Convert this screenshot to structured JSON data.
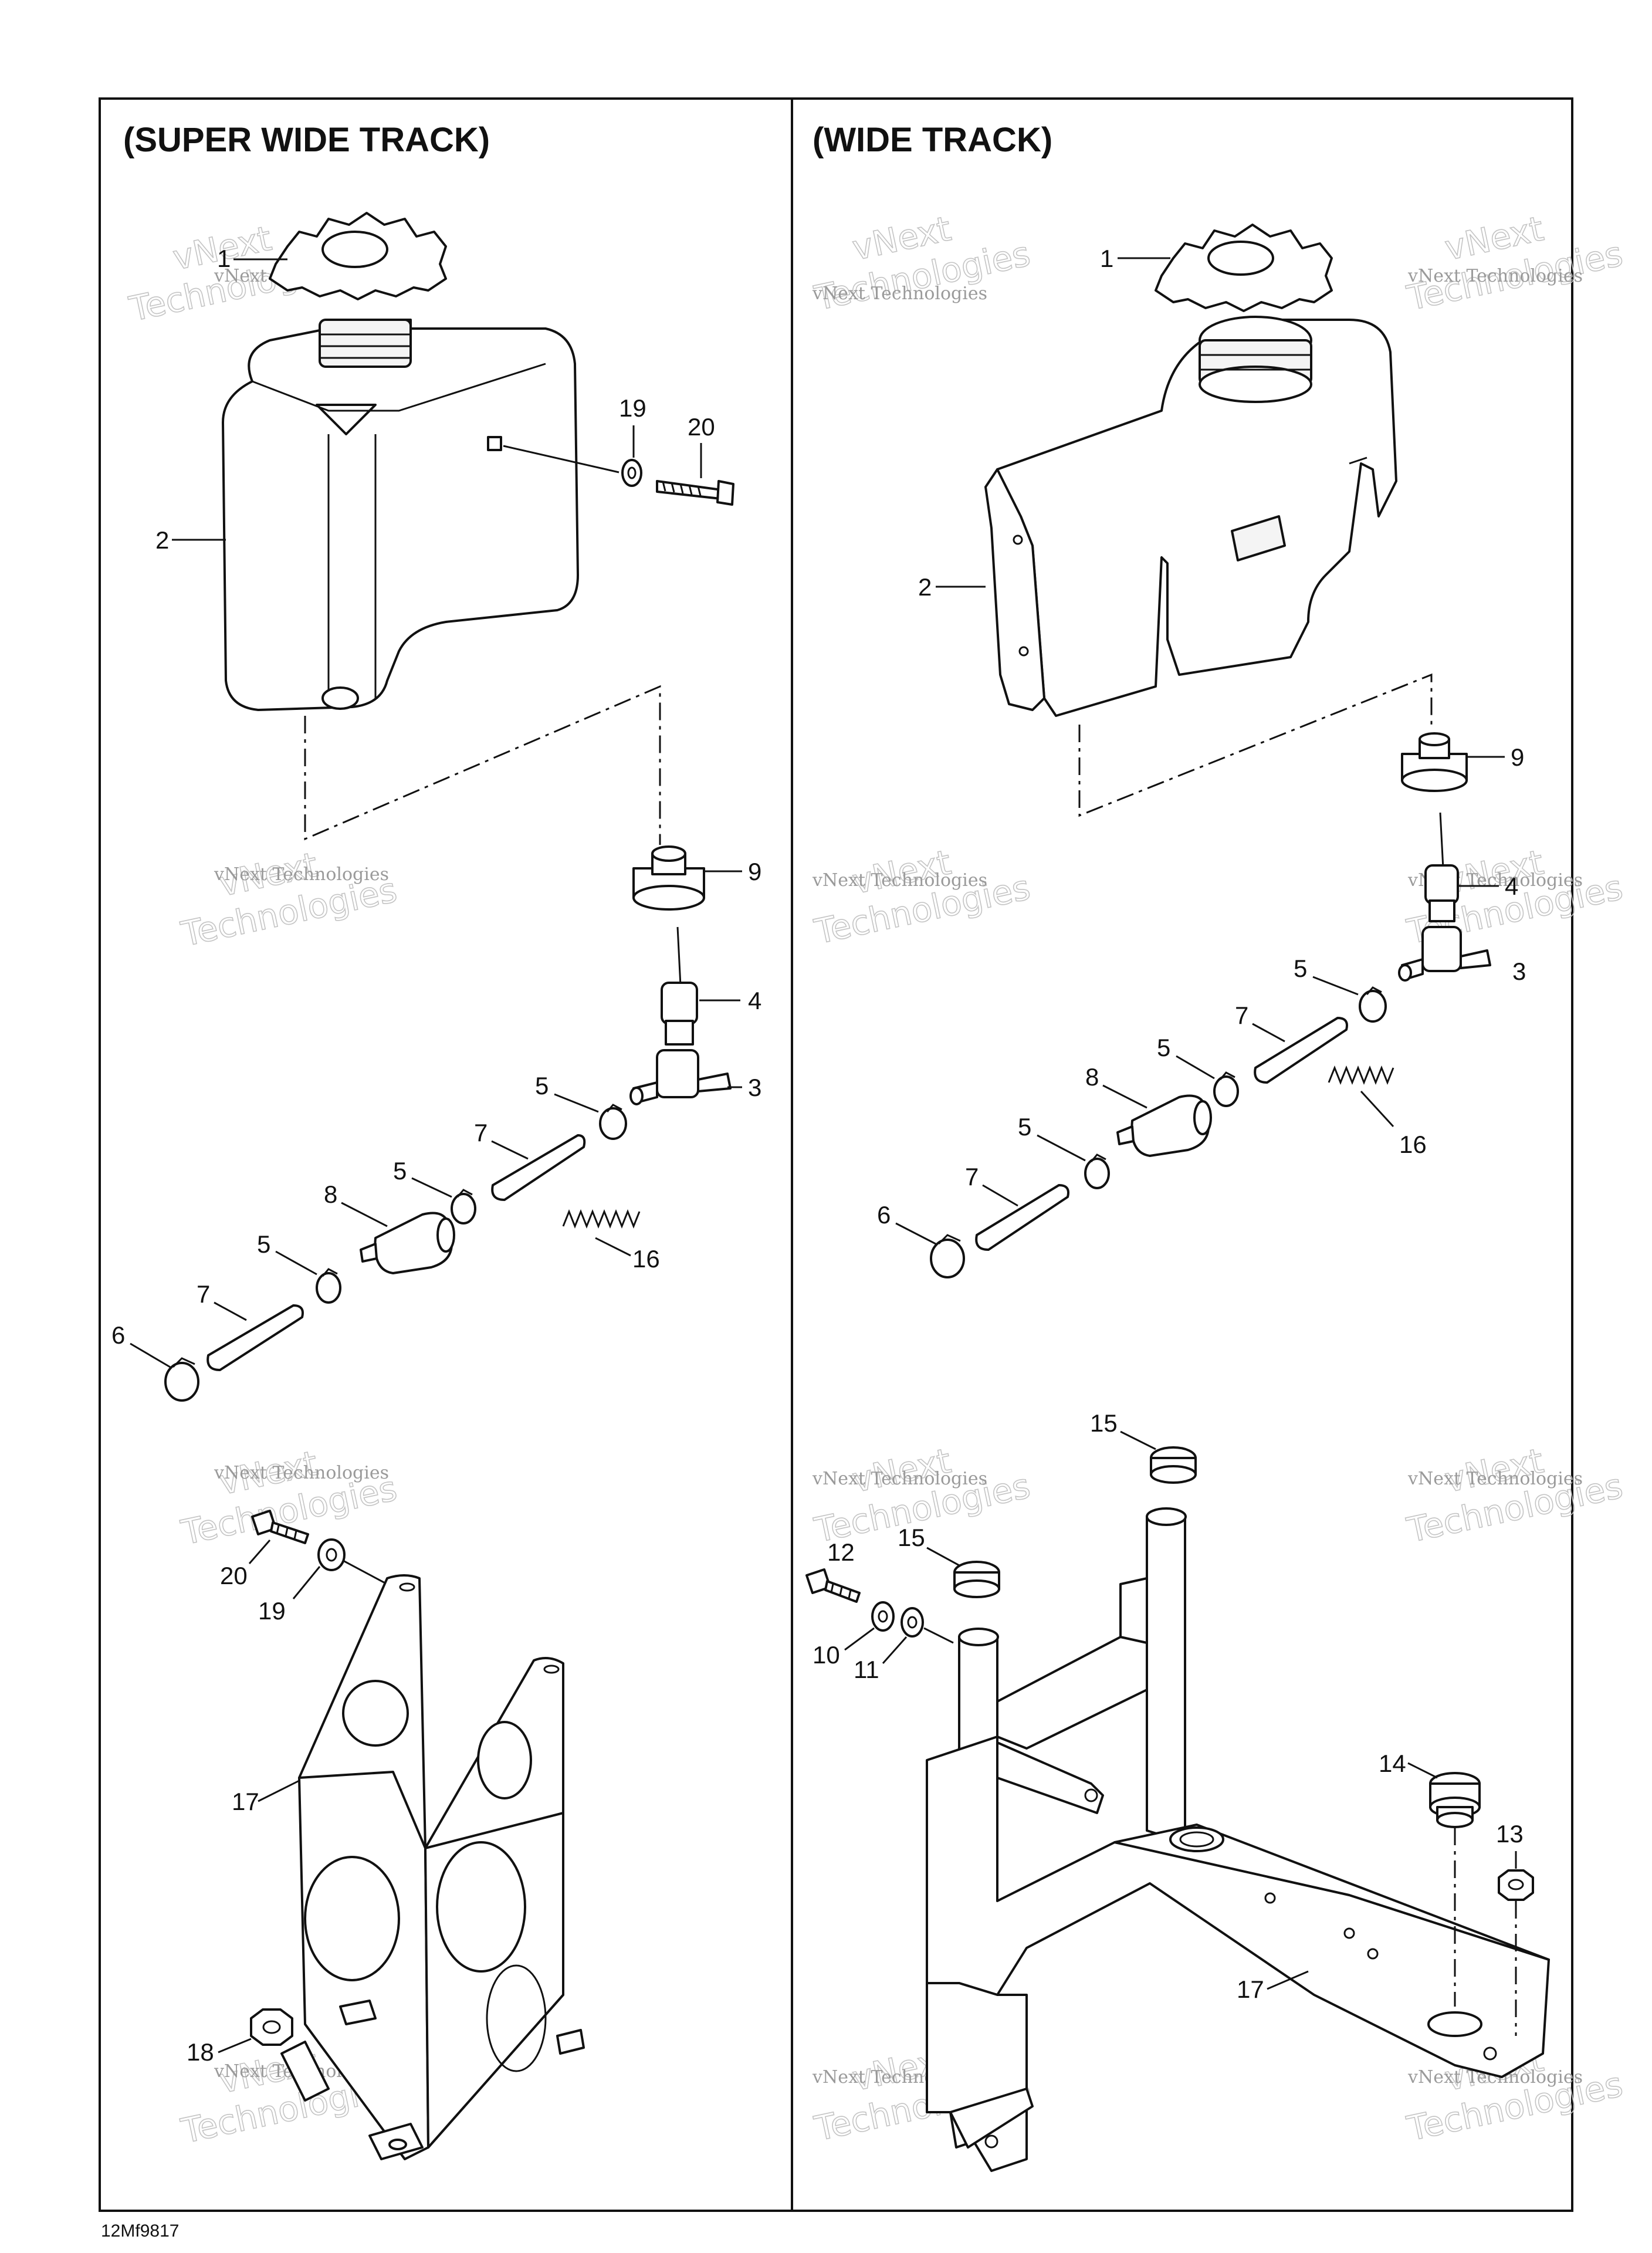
{
  "panels": {
    "left": {
      "title": "(SUPER WIDE TRACK)"
    },
    "right": {
      "title": "(WIDE TRACK)"
    }
  },
  "figure_code": "12Mf9817",
  "watermark": {
    "line1": "vNext",
    "line2": "vNext Technologies",
    "line3": "Technologies"
  },
  "callouts": {
    "left": {
      "cap": "1",
      "tank": "2",
      "valve": "3",
      "filter_small": "4",
      "clamp_a": "5",
      "clamp_b": "5",
      "clamp_c": "5",
      "clamp_end": "6",
      "hose_a": "7",
      "hose_b": "7",
      "filter": "8",
      "grommet": "9",
      "spring": "16",
      "bracket": "17",
      "nut": "18",
      "washer_top": "19",
      "bolt_top": "20",
      "washer_bottom": "19",
      "bolt_bottom": "20"
    },
    "right": {
      "cap": "1",
      "tank": "2",
      "valve": "3",
      "filter_small": "4",
      "clamp_a": "5",
      "clamp_b": "5",
      "clamp_c": "5",
      "clamp_end": "6",
      "hose_a": "7",
      "hose_b": "7",
      "filter": "8",
      "grommet": "9",
      "washer_a": "10",
      "washer_b": "11",
      "bolt": "12",
      "nut": "13",
      "grommet_base": "14",
      "plug_a": "15",
      "plug_b": "15",
      "spring": "16",
      "bracket": "17"
    }
  }
}
